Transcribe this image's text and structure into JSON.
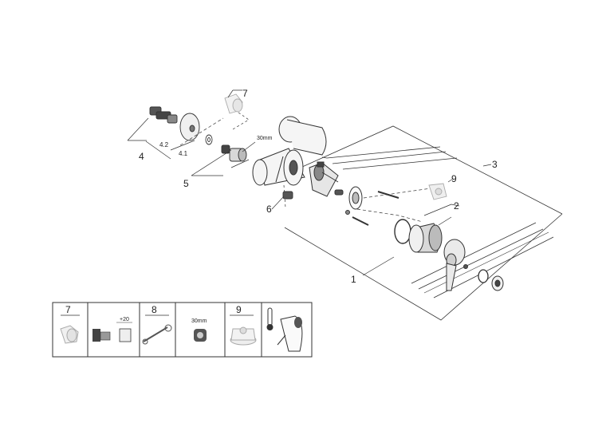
{
  "callouts": {
    "n1": "1",
    "n2": "2",
    "n3": "3",
    "n4": "4",
    "n4_1": "4.1",
    "n4_2": "4.2",
    "n5": "5",
    "n6": "6",
    "n7": "7",
    "n9": "9",
    "dim_30mm": "30mm"
  },
  "legend": {
    "cells": [
      {
        "number": "7"
      },
      {
        "number": "",
        "note": "+20"
      },
      {
        "number": "8"
      },
      {
        "number": "",
        "note": "30mm"
      },
      {
        "number": "9"
      },
      {
        "number": ""
      }
    ]
  }
}
